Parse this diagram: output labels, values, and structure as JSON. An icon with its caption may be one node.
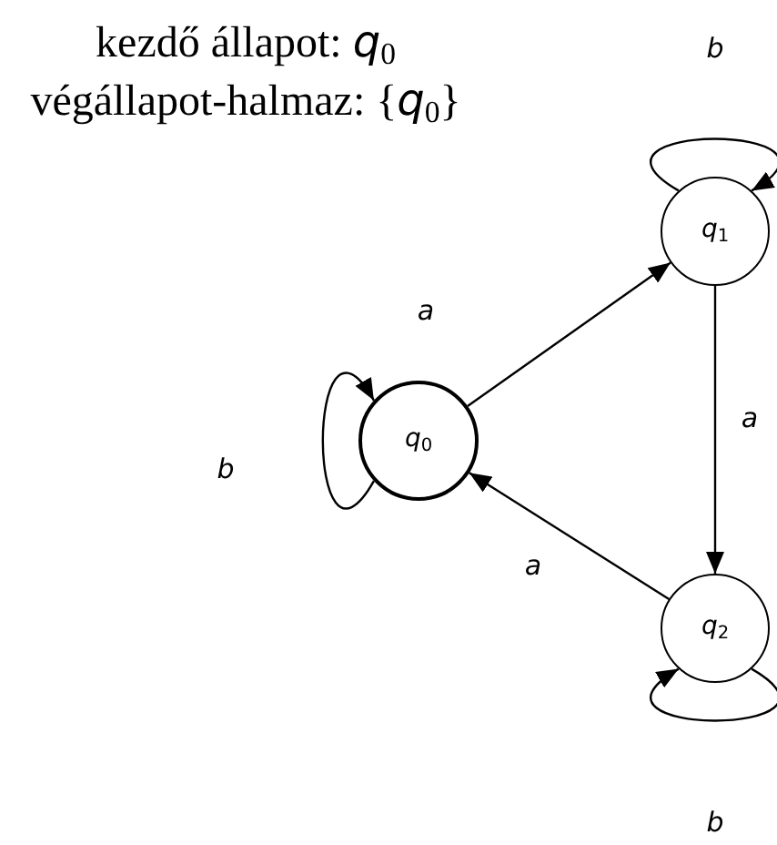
{
  "diagram": {
    "nodes": [
      {
        "text": [
          "*q*$_{0}$"
        ]
      },
      {
        "text": [
          "*q*$_{1}$"
        ]
      },
      {
        "text": [
          "*q*$_{2}$"
        ]
      }
    ],
    "edges": [
      {
        "from": 0,
        "to": 0,
        "arrow": "to",
        "label": "b"
      },
      {
        "from": 0,
        "to": 1,
        "arrow": "to",
        "label": "a"
      },
      {
        "from": 1,
        "to": 1,
        "arrow": "to",
        "label": "b"
      },
      {
        "from": 1,
        "to": 2,
        "arrow": "to",
        "label": "a"
      },
      {
        "from": 2,
        "to": 0,
        "arrow": "to",
        "label": "a"
      },
      {
        "from": 2,
        "to": 2,
        "arrow": "to",
        "label": "b"
      }
    ],
    "labels": [
      "kezdő állapot: *q*$_{0}$",
      "végállapot-halmaz: {*q*$_{0}$}"
    ]
  }
}
